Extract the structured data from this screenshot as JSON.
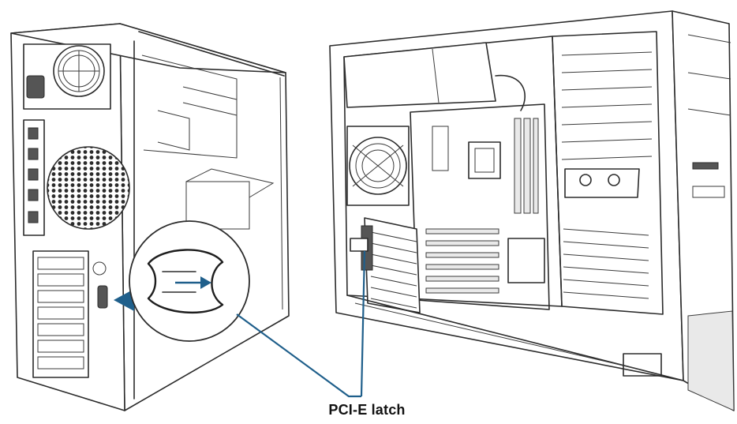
{
  "labels": {
    "latch": "PCI-E latch"
  },
  "colors": {
    "leader_line": "#1f5f8b",
    "arrow": "#1f5f8b",
    "line_art": "#2b2b2b",
    "background": "#ffffff"
  },
  "icons": {
    "rear_view": "tower-case-rear-view",
    "side_view": "tower-case-side-open-view",
    "magnifier": "latch-zoom-callout"
  }
}
